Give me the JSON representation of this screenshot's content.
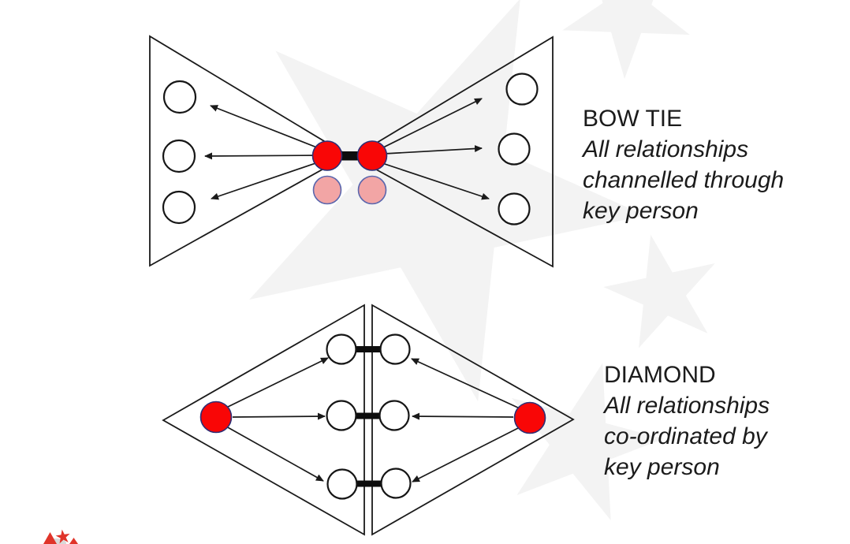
{
  "slide": {
    "bow_tie": {
      "title": "BOW TIE",
      "description_lines": [
        "All relationships",
        "channelled through",
        "key person"
      ]
    },
    "diamond": {
      "title": "DIAMOND",
      "description_lines": [
        "All relationships",
        "co-ordinated by",
        "key person"
      ]
    }
  },
  "colors": {
    "key_person_red": "#f90606",
    "secondary_pink": "#f2a5a5",
    "background_star_gray": "#f3f3f3",
    "logo_red": "#e0342a",
    "logo_swoosh_gray": "#d9d9d9",
    "line_black": "#1a1a1a"
  }
}
